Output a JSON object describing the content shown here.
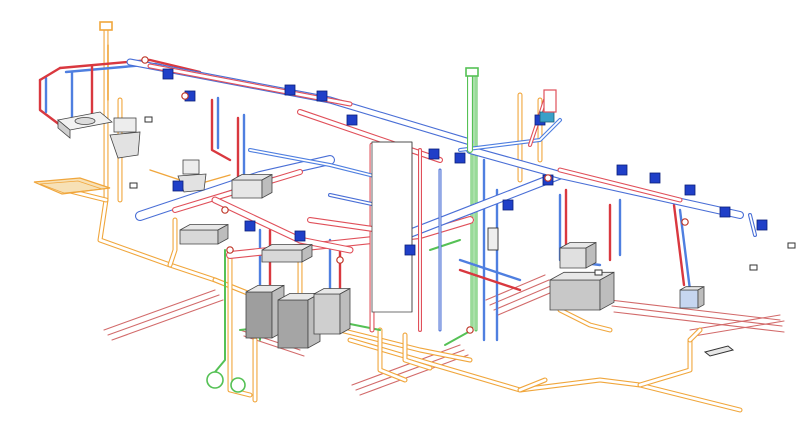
{
  "colors": {
    "background": "#ffffff",
    "supply_air": "#4a6fd6",
    "return_air": "#e0505a",
    "hot_water": "#d9383f",
    "cold_water": "#4f7fe0",
    "drainage": "#f0a63c",
    "gas": "#55c155",
    "heating": "#d26a6a",
    "fixture": "#9a9a9a",
    "fitting": "#1f3fc8"
  },
  "legend_systems": [
    "supply-air-duct",
    "return-air-duct",
    "hot-water-pipe",
    "cold-water-pipe",
    "drain-pipe",
    "gas-pipe",
    "floor-heating-loop"
  ],
  "icons": [
    "washbasin-icon",
    "toilet-icon",
    "shower-tray-icon",
    "boiler-icon",
    "water-tank-icon",
    "floor-drain-icon",
    "valve-icon"
  ]
}
